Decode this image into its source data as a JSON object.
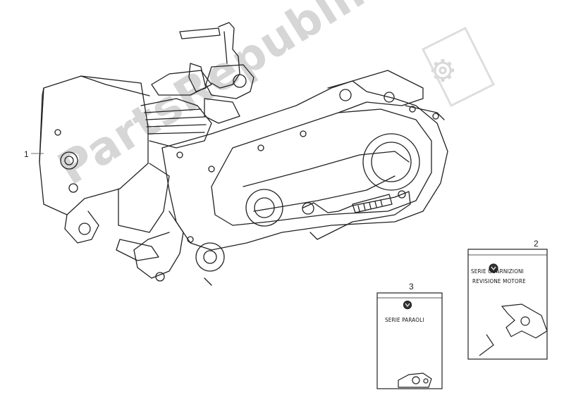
{
  "watermark": {
    "text": "PartsRepublik",
    "logo_icon": "gear-icon",
    "color": "#d6d6d6"
  },
  "callouts": {
    "engine": "1",
    "gasket_kit": "2",
    "oil_seal_kit": "3"
  },
  "kits": {
    "gasket_kit": {
      "line1": "SERIE GUARNIZIONI",
      "line2": "REVISIONE MOTORE"
    },
    "oil_seal_kit": {
      "line1": "SERIE PARAOLI"
    }
  }
}
